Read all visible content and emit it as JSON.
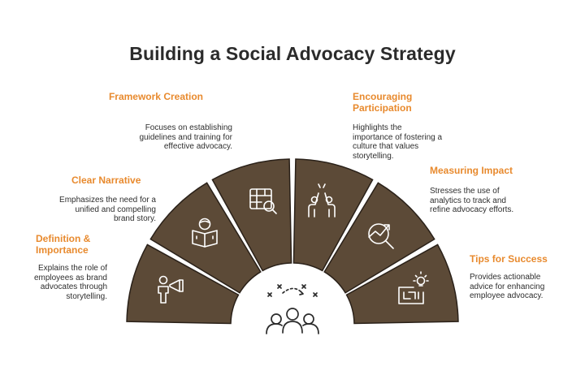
{
  "title": "Building a Social Advocacy Strategy",
  "colors": {
    "segment_fill": "#5c4a37",
    "segment_stroke": "#2a2119",
    "accent": "#e88a2e",
    "icon_stroke": "#ffffff"
  },
  "segments": [
    {
      "label": "Definition & Importance",
      "desc": "Explains the role of employees as brand advocates through storytelling.",
      "icon": "megaphone-person-icon"
    },
    {
      "label": "Clear Narrative",
      "desc": "Emphasizes the need for a unified and compelling brand story.",
      "icon": "reader-book-icon"
    },
    {
      "label": "Framework Creation",
      "desc": "Focuses on establishing guidelines and training for effective advocacy.",
      "icon": "table-search-icon"
    },
    {
      "label": "Encouraging Participation",
      "desc": "Highlights the importance of fostering a culture that values storytelling.",
      "icon": "high-five-icon"
    },
    {
      "label": "Measuring Impact",
      "desc": "Stresses the use of analytics to track and refine advocacy efforts.",
      "icon": "growth-search-icon"
    },
    {
      "label": "Tips for Success",
      "desc": "Provides actionable advice for enhancing employee advocacy.",
      "icon": "maze-idea-icon"
    }
  ],
  "center_icon": "team-strategy-icon"
}
